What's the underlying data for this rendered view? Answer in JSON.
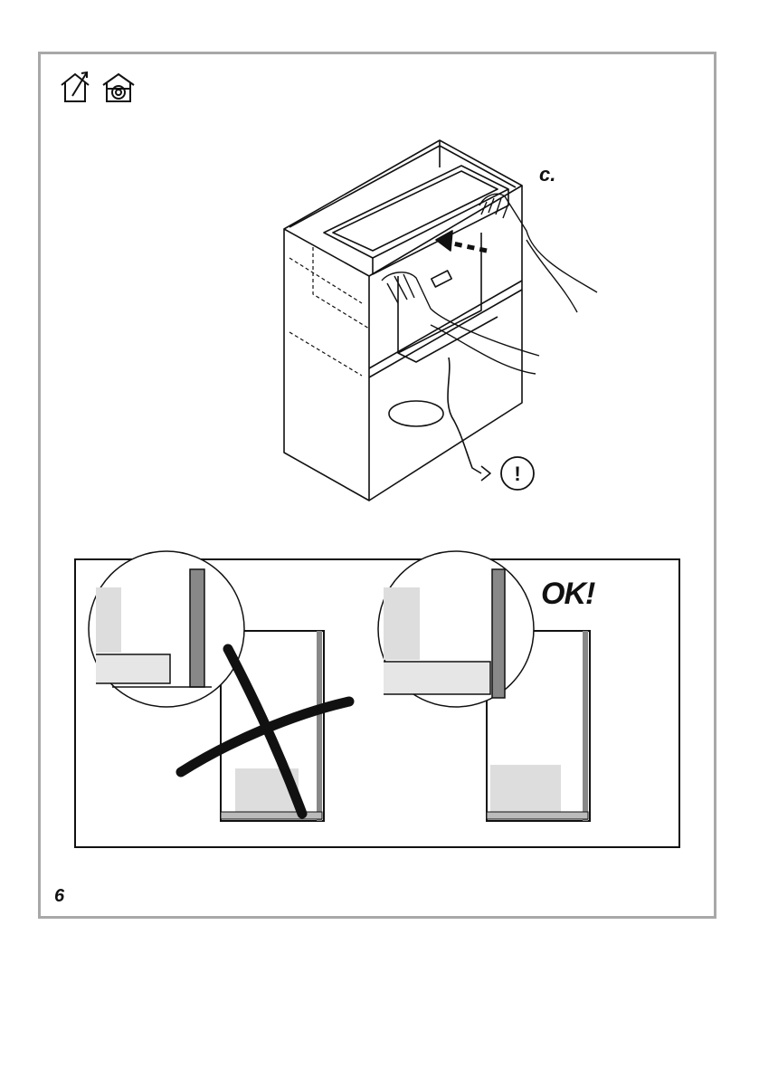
{
  "header": {
    "icons": [
      "ventilation-outdoor-icon",
      "recirculation-icon"
    ]
  },
  "main_figure": {
    "step_label": "c.",
    "warning_symbol": "!"
  },
  "comparison": {
    "correct_label": "OK!"
  },
  "footer": {
    "page_number": "6"
  }
}
